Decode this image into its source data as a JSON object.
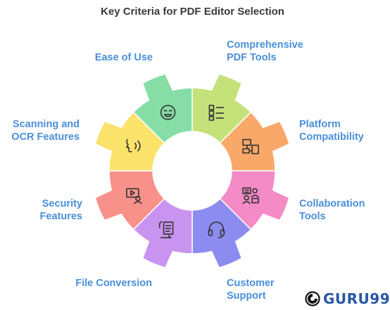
{
  "title": "Key Criteria for PDF Editor Selection",
  "segments": [
    {
      "label": "Comprehensive\nPDF Tools",
      "color": "#c5e17a",
      "icon": "checklist-icon",
      "side": "right"
    },
    {
      "label": "Platform\nCompatibility",
      "color": "#f9a86a",
      "icon": "devices-icon",
      "side": "right"
    },
    {
      "label": "Collaboration\nTools",
      "color": "#f48ac6",
      "icon": "collaboration-icon",
      "side": "right"
    },
    {
      "label": "Customer\nSupport",
      "color": "#8c8cf0",
      "icon": "headset-icon",
      "side": "right"
    },
    {
      "label": "File Conversion",
      "color": "#c993f0",
      "icon": "file-convert-icon",
      "side": "left"
    },
    {
      "label": "Security\nFeatures",
      "color": "#f8918a",
      "icon": "security-video-icon",
      "side": "left"
    },
    {
      "label": "Scanning and\nOCR Features",
      "color": "#fbe26a",
      "icon": "voice-scan-icon",
      "side": "left"
    },
    {
      "label": "Ease of Use",
      "color": "#86dea6",
      "icon": "smiley-icon",
      "side": "left"
    }
  ],
  "watermark": {
    "text": "GURU99",
    "color": "#2957a4"
  }
}
